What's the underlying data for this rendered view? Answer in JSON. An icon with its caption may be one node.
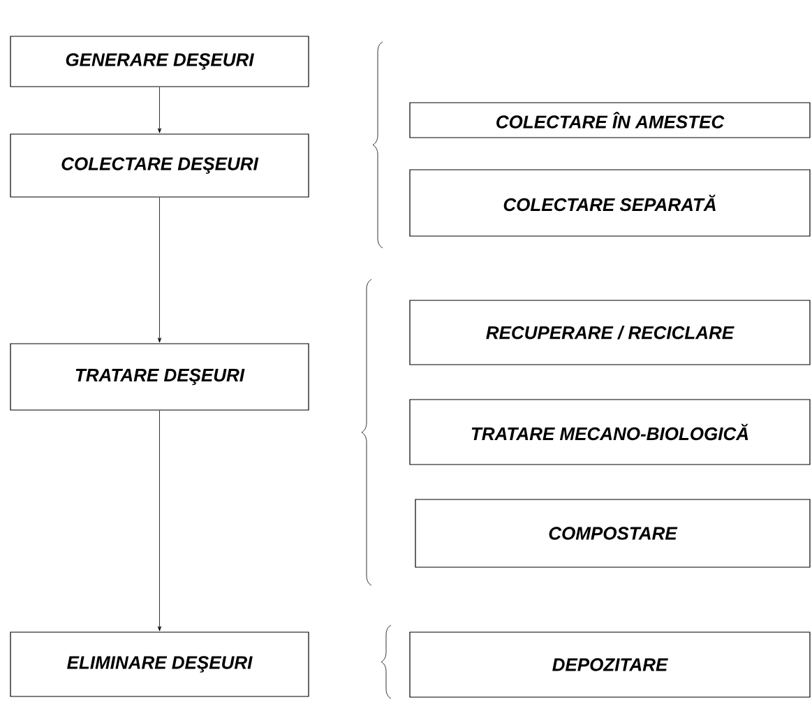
{
  "diagram": {
    "nodes": [
      {
        "text": [
          "GENERARE DEŞEURI"
        ]
      },
      {
        "text": [
          "COLECTARE DEŞEURI"
        ]
      },
      {
        "text": [
          "TRATARE DEŞEURI"
        ]
      },
      {
        "text": [
          "ELIMINARE DEŞEURI"
        ]
      },
      {
        "text": [
          "COLECTARE ÎN AMESTEC"
        ]
      },
      {
        "text": [
          "COLECTARE SEPARATĂ"
        ]
      },
      {
        "text": [
          "RECUPERARE / RECICLARE"
        ]
      },
      {
        "text": [
          "TRATARE MECANO-BIOLOGICĂ"
        ]
      },
      {
        "text": [
          "COMPOSTARE"
        ]
      },
      {
        "text": [
          "DEPOZITARE"
        ]
      }
    ],
    "edges": [
      {
        "from": 0,
        "to": 1,
        "arrow": "to"
      },
      {
        "from": 1,
        "to": 2,
        "arrow": "to"
      },
      {
        "from": 2,
        "to": 3,
        "arrow": "to"
      }
    ]
  }
}
